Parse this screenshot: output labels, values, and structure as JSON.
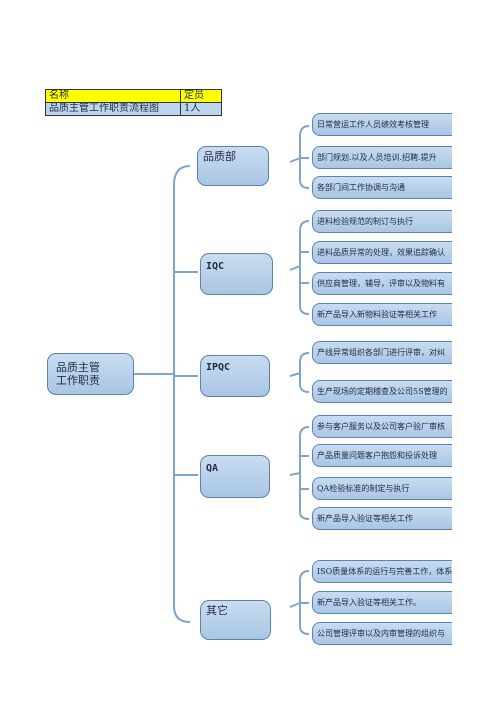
{
  "header": {
    "col1_title": "名称",
    "col2_title": "定员",
    "col1_value": "品质主管工作职责流程图",
    "col2_value": "1人"
  },
  "root": "品质主管\n工作职责",
  "categories": [
    {
      "label": "品质部",
      "items": [
        "日常营运工作人员绩效考核管理",
        "部门规划.以及人员培训.招聘.提升",
        "各部门间工作协调与沟通"
      ]
    },
    {
      "label": "IQC",
      "items": [
        "进料检验规范的制订与执行",
        "进料品质异常的处理，效果追踪确认",
        "供应商管理，辅导，评审以及物料有",
        "新产品导入新物料验证等相关工作"
      ]
    },
    {
      "label": "IPQC",
      "items": [
        "产线异常组织各部门进行评审，对纠",
        "生产现场的定期稽查及公司5S管理的"
      ]
    },
    {
      "label": "QA",
      "items": [
        "参与客户服务以及公司客户验厂审核",
        "产品质量问题客户抱怨和投诉处理",
        "QA检验标准的制定与执行",
        "新产品导入验证等相关工作"
      ]
    },
    {
      "label": "其它",
      "items": [
        "ISO质量体系的运行与完善工作，体系",
        "新产品导入验证等相关工作。",
        "公司管理评审以及内审管理的组织与"
      ]
    }
  ],
  "colors": {
    "node_fill": "#b7d0ea",
    "node_border": "#5b82b4",
    "connector": "#7fa4cf",
    "header_yellow": "#ffff00",
    "header_blue": "#bcd6ee"
  }
}
